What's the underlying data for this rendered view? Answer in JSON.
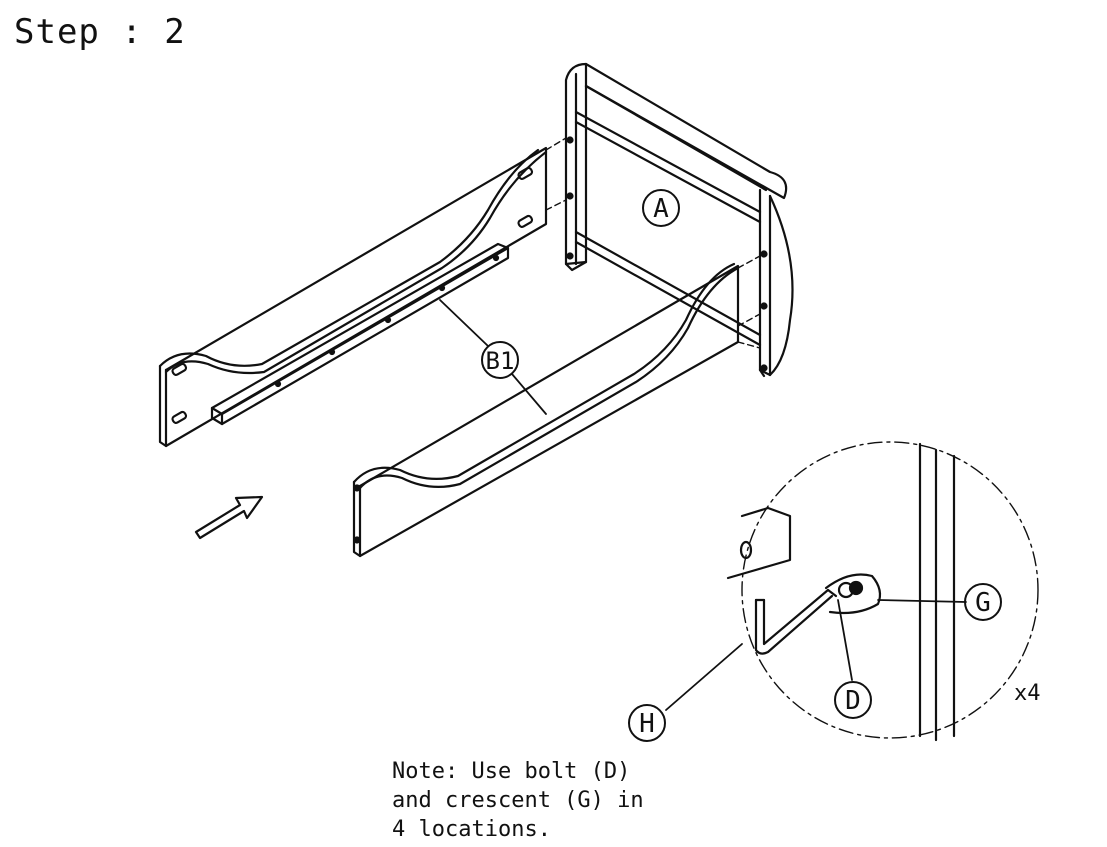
{
  "step": {
    "title": "Step : 2"
  },
  "parts": {
    "headboard": "A",
    "side_rail": "B1",
    "bolt": "D",
    "crescent": "G",
    "allen_key": "H"
  },
  "detail": {
    "quantity": "x4"
  },
  "note": {
    "lines": [
      "Note: Use bolt (D)",
      "and crescent (G) in",
      "4 locations."
    ]
  },
  "colors": {
    "line": "#111111",
    "background": "#ffffff"
  }
}
